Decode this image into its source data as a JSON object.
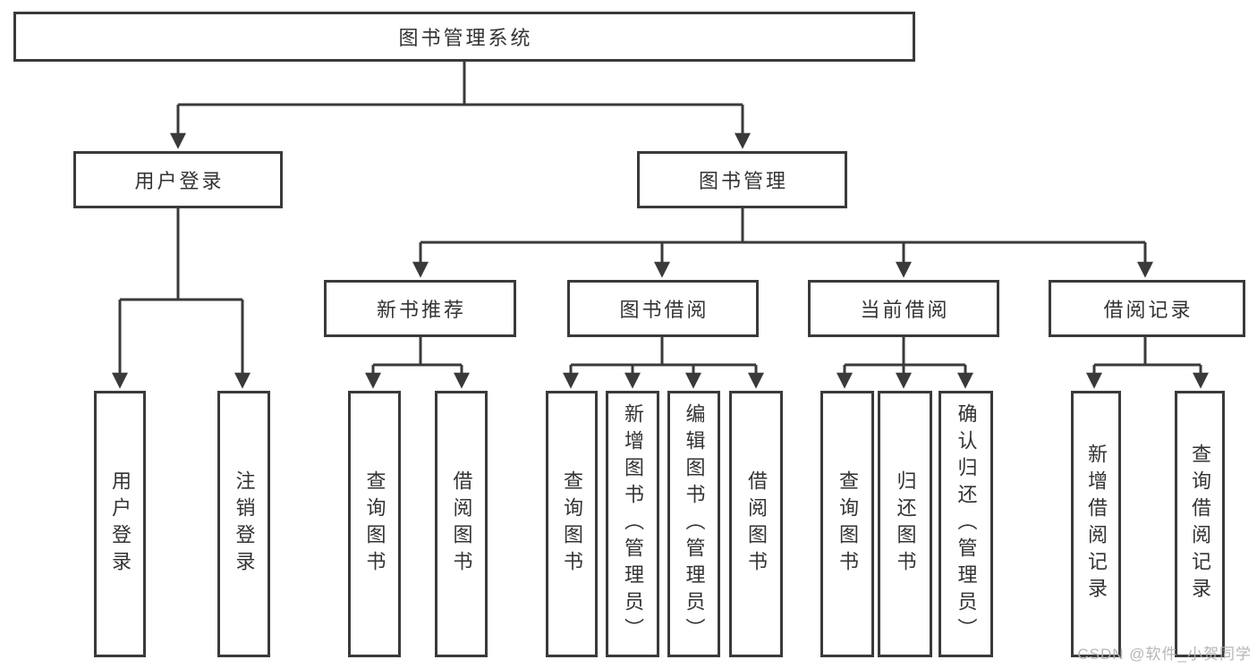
{
  "diagram": {
    "root": {
      "label": "图书管理系统"
    },
    "branches": [
      {
        "label": "用户登录",
        "leaves": [
          {
            "label": "用户登录"
          },
          {
            "label": "注销登录"
          }
        ]
      },
      {
        "label": "图书管理",
        "sections": [
          {
            "label": "新书推荐",
            "leaves": [
              {
                "label": "查询图书"
              },
              {
                "label": "借阅图书"
              }
            ]
          },
          {
            "label": "图书借阅",
            "leaves": [
              {
                "label": "查询图书"
              },
              {
                "label": "新增图书（管理员）"
              },
              {
                "label": "编辑图书（管理员）"
              },
              {
                "label": "借阅图书"
              }
            ]
          },
          {
            "label": "当前借阅",
            "leaves": [
              {
                "label": "查询图书"
              },
              {
                "label": "归还图书"
              },
              {
                "label": "确认归还（管理员）"
              }
            ]
          },
          {
            "label": "借阅记录",
            "leaves": [
              {
                "label": "新增借阅记录"
              },
              {
                "label": "查询借阅记录"
              }
            ]
          }
        ]
      }
    ]
  },
  "colors": {
    "line": "#3a3a3c",
    "text": "#333333",
    "background": "#ffffff",
    "watermark": "#b0b0b0"
  },
  "watermark": {
    "text": "CSDN @软件_小贺同学"
  }
}
